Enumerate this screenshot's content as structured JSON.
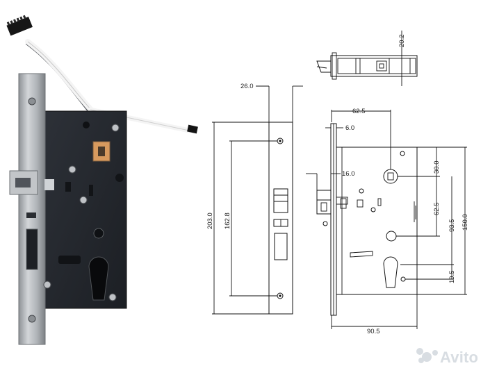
{
  "watermark": {
    "text": "Avito"
  },
  "front_view": {
    "width_top": "26.0",
    "height_total": "203.0",
    "hole_spacing": "162.8"
  },
  "top_view": {
    "height": "20.2"
  },
  "side_view": {
    "backset_top": "62.5",
    "faceplate_thickness": "6.0",
    "latch_offset": "16.0",
    "dist_30": "30.0",
    "dist_62": "62.5",
    "dist_93": "93.5",
    "height_150": "150.0",
    "dist_19": "19.5",
    "width_bottom": "90.5"
  },
  "colors": {
    "lockbody": "#24272d",
    "faceplate": "#b6b9bd",
    "cable_white": "#f2f2f2",
    "drawing": "#111111"
  },
  "icons": [
    "cable-connector-icon",
    "screw-icon",
    "cylinder-hole-icon"
  ]
}
